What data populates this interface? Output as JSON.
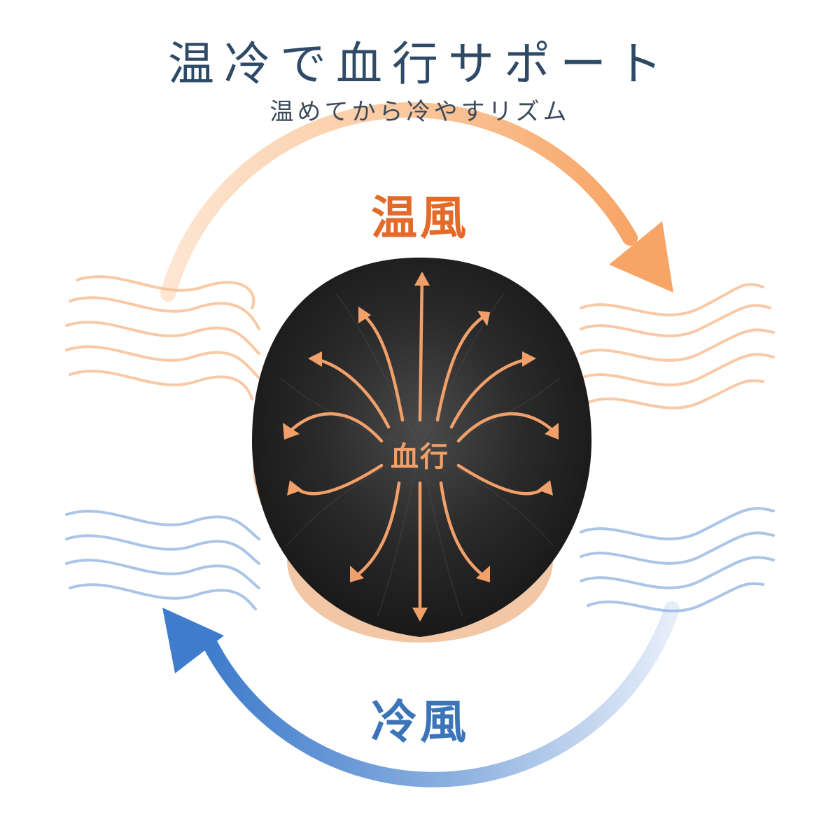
{
  "header": {
    "title": "温冷で血行サポート",
    "subtitle": "温めてから冷やすリズム"
  },
  "labels": {
    "warm": "温風",
    "cool": "冷風",
    "center": "血行"
  },
  "colors": {
    "title": "#2e4a66",
    "warm": "#e46a2a",
    "warm_arrow": "#f7a566",
    "cool": "#3c74b8",
    "cool_arrow": "#3f7ccc",
    "hair": "#1e1e1e",
    "skin": "#f1c7a5",
    "flow_arrow": "#f2a06a"
  },
  "icons": {
    "warm_arrow": "curved-arrow-clockwise-icon",
    "cool_arrow": "curved-arrow-counterclockwise-icon",
    "head": "head-top-view-icon",
    "waves": "air-wave-icon"
  }
}
